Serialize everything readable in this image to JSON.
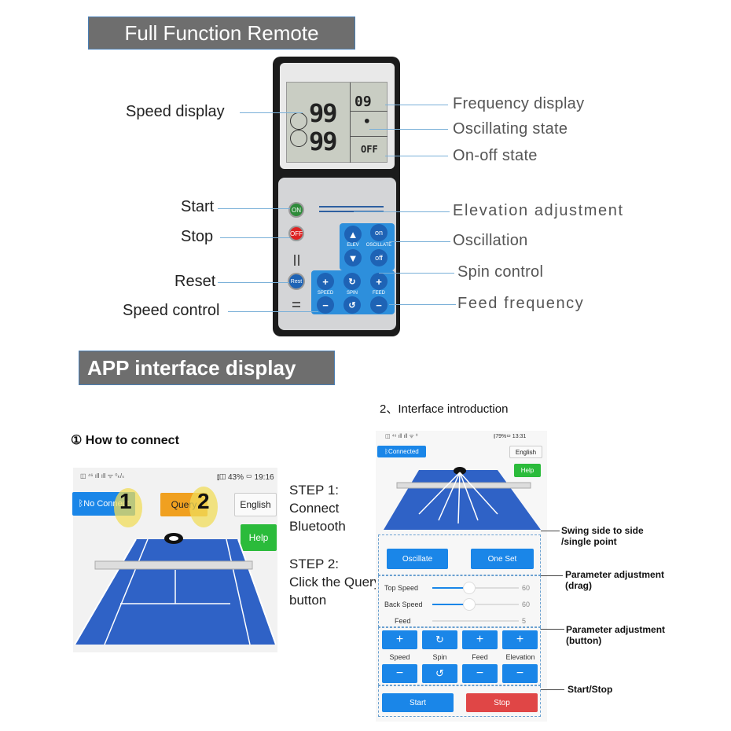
{
  "banner_top": "Full Function Remote",
  "banner_app": "APP interface display",
  "remote": {
    "lcd_top": "99",
    "lcd_bottom": "99",
    "lcd_freq": "09",
    "lcd_dot": "•",
    "lcd_state": "OFF",
    "btn_on": "ON",
    "btn_off": "OFF",
    "btn_reset": "Rest",
    "k_elev": "ELEV",
    "k_osc": "OSCILLATE",
    "k_on": "on",
    "k_off": "off",
    "k_speed": "SPEED",
    "k_spin": "SPIN",
    "k_feed": "FEED"
  },
  "left_labels": {
    "speed_display": "Speed  display",
    "start": "Start",
    "stop": "Stop",
    "reset": "Reset",
    "speed_control": "Speed control"
  },
  "right_labels": {
    "frequency": "Frequency display",
    "oscillating": "Oscillating state",
    "onoff": "On-off state",
    "elevation": "Elevation adjustment",
    "oscillation": "Oscillation",
    "spin": "Spin control",
    "feed": "Feed frequency"
  },
  "connect": {
    "title": "① How to connect",
    "status_left": "◫ ⁴⁶ ıll ıll ᯤ ⁰ₖ/ₛ",
    "status_right": "⫾◫ 43% ▭ 19:16",
    "no_connect": "No Connect",
    "query": "Query",
    "english": "English",
    "help": "Help",
    "num1": "1",
    "num2": "2"
  },
  "steps": {
    "s1": [
      "STEP 1:",
      "Connect",
      "Bluetooth"
    ],
    "s2": [
      "STEP 2:",
      "Click the Query",
      "button"
    ]
  },
  "intro": {
    "title": "2、Interface introduction",
    "status_left": "◫ ⁴⁶ ıll ıll ᯤ ⁰",
    "status_right": "⫾79%▭ 13:31",
    "connected": "Connected",
    "english": "English",
    "help": "Help",
    "oscillate": "Oscillate",
    "one_set": "One Set",
    "top_speed": "Top Speed",
    "top_val": "60",
    "back_speed": "Back Speed",
    "back_val": "60",
    "feed": "Feed",
    "feed_val": "5",
    "col_labels": [
      "Speed",
      "Spin",
      "Feed",
      "Elevation"
    ],
    "plus": "+",
    "minus": "−",
    "spin_up": "↻",
    "spin_down": "↺",
    "start": "Start",
    "stop": "Stop"
  },
  "annotations": {
    "swing": [
      "Swing side to side",
      "/single point"
    ],
    "param_drag": [
      "Parameter adjustment",
      "(drag)"
    ],
    "param_btn": [
      "Parameter adjustment",
      "(button)"
    ],
    "start_stop": "Start/Stop"
  },
  "colors": {
    "accent": "#1a86e8",
    "court": "#2f62c6",
    "stop": "#e04646",
    "query": "#f0a020",
    "help": "#2bbb3b"
  }
}
